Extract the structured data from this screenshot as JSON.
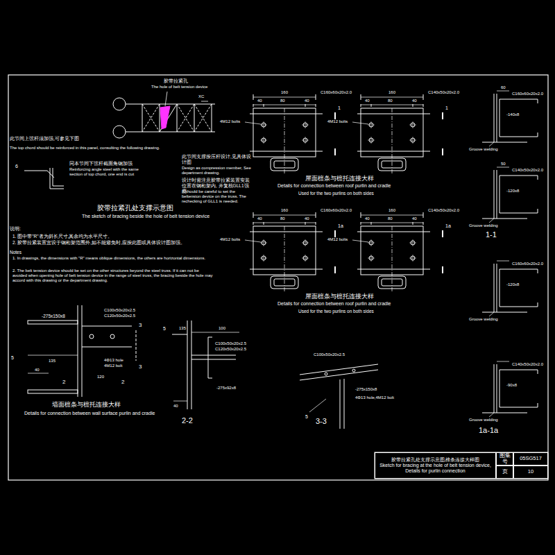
{
  "diagram": {
    "nodes": [
      {
        "text": [
          "胶带拉紧孔处支撑示意图,檩条连接大样图",
          "Sketch for bracing at the hole of belt tension device, Details for purlin connection"
        ]
      },
      {
        "text": [
          "图集号"
        ]
      },
      {
        "text": [
          "05SG517"
        ]
      },
      {
        "text": [
          "页"
        ]
      },
      {
        "text": [
          "10"
        ]
      }
    ],
    "labels": [
      "胶带拉紧孔",
      "The hole of belt tension device",
      "XC",
      "此节间上弦杆须加强,可参见下图",
      "The top chord should be reinforced in this panel, consulting the following drawing.",
      "此节间支撑按压杆设计,见具体设计图",
      "Design as compression member, See department drawing.",
      "同本节间下弦杆截面角钢加强",
      "Reinforcing angle steel with the same section of top chord, one end is cut",
      "设计时需注意胶带拉紧装置安装位置在钢桁架内, 并复核GLL1强度",
      "It should be careful to set the beltension device on the truss. The rechecking of GLL1 is needed.",
      "6",
      "胶带拉紧孔处支撑示意图",
      "The sketch of bracing beside the hole of belt tension device",
      "说明:",
      "1. 图中带\"R\"者为斜长尺寸,其余均为水平尺寸。",
      "2. 胶带拉紧装置宜设于钢桁架范围外,如不能避免时,应按此图或具体设计图加强。",
      "Notes",
      "1. In drawings, the dimensions with \"R\" means oblique dimensions, the others are horizontal dimensions.",
      "2. The belt tension device should be set on the other structures beyond the steel truss. If it can not be avoided when opening hole of belt tension device in the range of steel truss, the bracing beside the hole may accord with this drawing or the department drawing.",
      "-275x150x8",
      "C100x50x20x2.5",
      "C120x50x20x2.5",
      "3",
      "4Φ13 hole",
      "4M12 bolt",
      "3",
      "5",
      "40",
      "135",
      "120",
      "2",
      "2",
      "墙面檩条与檩托连接大样",
      "Details for connection between wall surface purlin and cradle",
      "135",
      "100",
      "C100x50x20x2.5",
      "C120x50x20x2.5",
      "-275x92x8",
      "5",
      "40",
      "2-2",
      "C100x50x20x2.5",
      "-275x150x8",
      "4Φ13 hole,4M12 bolt",
      "5",
      "3-3",
      "160",
      "40",
      "80",
      "40",
      "C160x60x20x2.0",
      "4M12 bolts",
      "1",
      "160",
      "40",
      "80",
      "40",
      "C140x50x20x2.0",
      "4M12 bolts",
      "1",
      "屋面檩条与檩托连接大样",
      "Details for connection between roof purlin and cradle",
      "Used for the two purlins on both sides",
      "160",
      "40",
      "80",
      "40",
      "C160x60x20x2.0",
      "4M12 bolts",
      "1a",
      "160",
      "40",
      "80",
      "40",
      "C140x50x20x2.0",
      "4M12 bolts",
      "1a",
      "屋面檩条与檩托连接大样",
      "Details for connection between roof purlin and cradle",
      "Used for the two purlins on both sides",
      "60",
      "C160x60x20x2.0",
      "-140x8",
      "Groove welding",
      "50",
      "C140x50x20x2.0",
      "-120x8",
      "Groove welding",
      "1-1",
      "C160x60x20x2.0",
      "-120x8",
      "Groove welding",
      "C140x50x20x2.0",
      "-90x8",
      "Groove welding",
      "1a-1a"
    ]
  }
}
